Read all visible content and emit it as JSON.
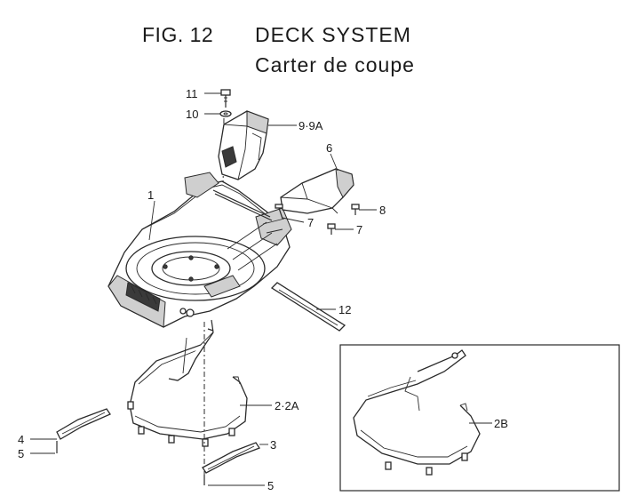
{
  "header": {
    "fig_label": "FIG. 12",
    "title": "DECK SYSTEM",
    "subtitle": "Carter de coupe"
  },
  "callouts": [
    {
      "id": "c11",
      "text": "11"
    },
    {
      "id": "c10",
      "text": "10"
    },
    {
      "id": "c9",
      "text": "9·9A"
    },
    {
      "id": "c6",
      "text": "6"
    },
    {
      "id": "c1",
      "text": "1"
    },
    {
      "id": "c7a",
      "text": "7"
    },
    {
      "id": "c8",
      "text": "8"
    },
    {
      "id": "c7b",
      "text": "7"
    },
    {
      "id": "c12",
      "text": "12"
    },
    {
      "id": "c2",
      "text": "2·2A"
    },
    {
      "id": "c4",
      "text": "4"
    },
    {
      "id": "c5a",
      "text": "5"
    },
    {
      "id": "c3",
      "text": "3"
    },
    {
      "id": "c5b",
      "text": "5"
    },
    {
      "id": "c2b",
      "text": "2B"
    }
  ]
}
